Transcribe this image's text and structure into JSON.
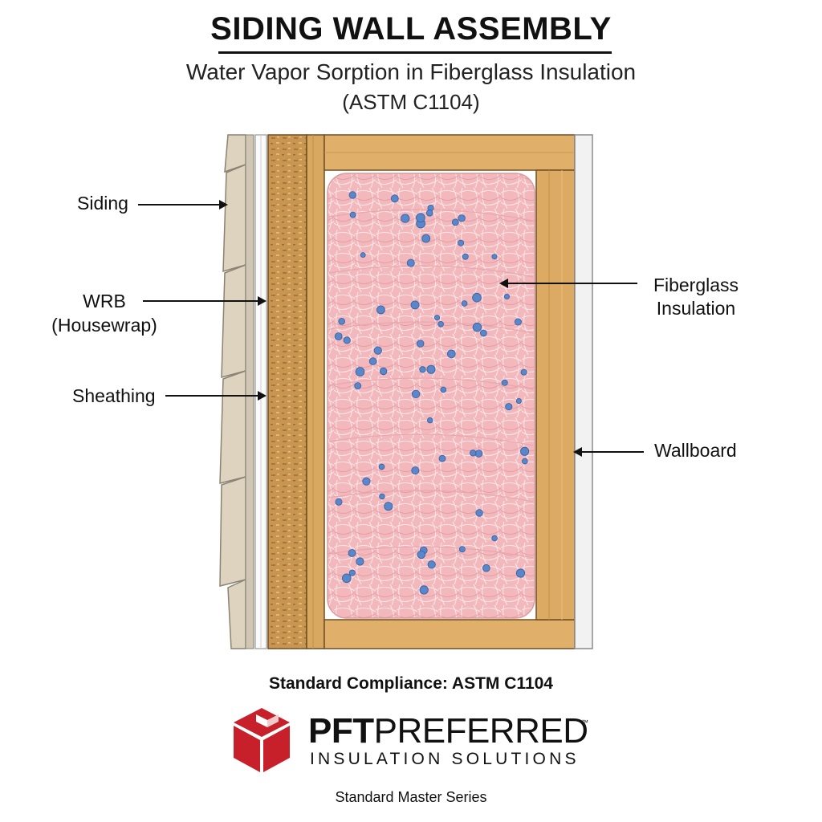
{
  "header": {
    "title": "SIDING WALL ASSEMBLY",
    "subtitle": "Water Vapor Sorption in Fiberglass Insulation",
    "standard": "(ASTM C1104)"
  },
  "labels": {
    "siding": "Siding",
    "wrb_line1": "WRB",
    "wrb_line2": "(Housewrap)",
    "sheathing": "Sheathing",
    "fiberglass_line1": "Fiberglass",
    "fiberglass_line2": "Insulation",
    "wallboard": "Wallboard"
  },
  "footer": {
    "compliance": "Standard Compliance: ASTM C1104",
    "brand_bold": "PFT",
    "brand_regular": "PREFERRED",
    "brand_tm": "™",
    "brand_tagline": "INSULATION SOLUTIONS",
    "series": "Standard Master Series"
  },
  "colors": {
    "insulation": "#f2b8bc",
    "wood": "#d9a860",
    "osb": "#c89650",
    "vapor_drop": "#5b86c8",
    "logo_red": "#c8202a"
  }
}
